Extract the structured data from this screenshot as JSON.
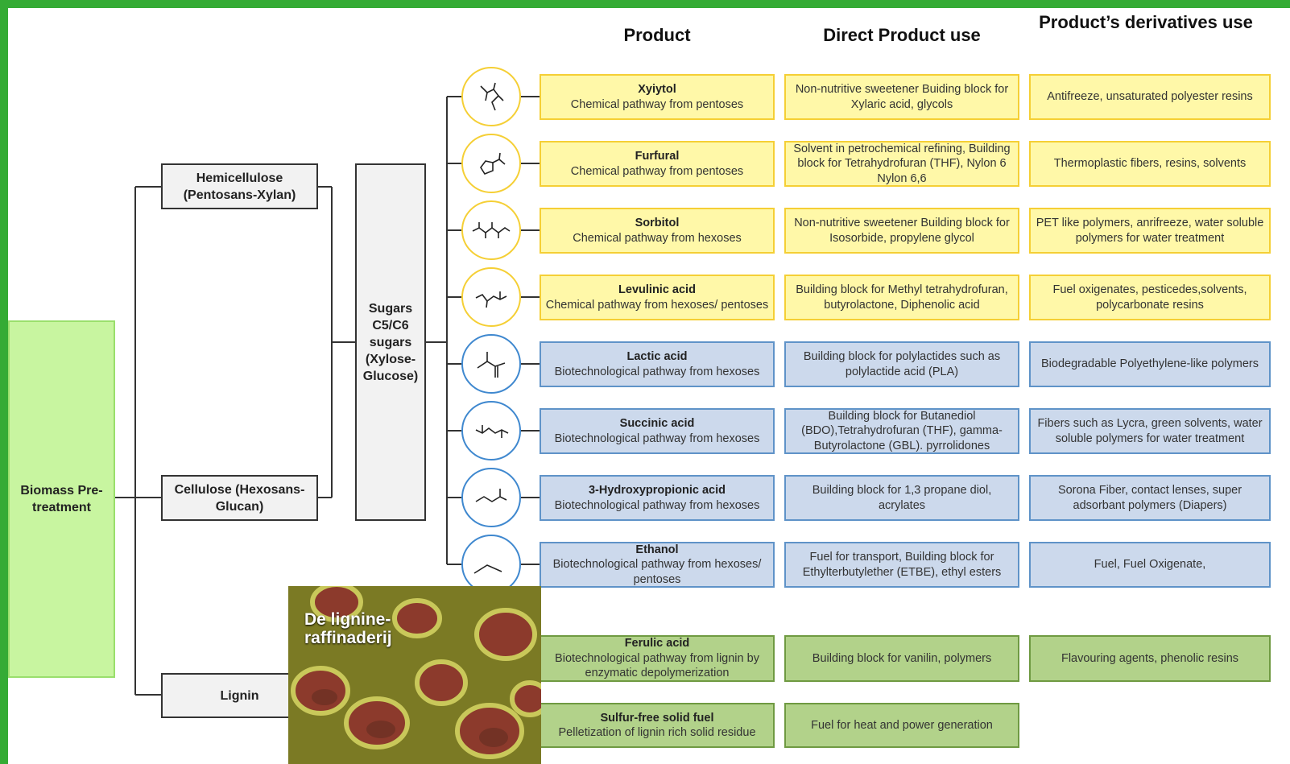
{
  "headers": {
    "product": "Product",
    "direct_use": "Direct Product use",
    "derivatives_use": "Product’s derivatives use"
  },
  "biomass": "Biomass Pre-treatment",
  "fractions": {
    "hemicellulose": "Hemicellulose (Pentosans-Xylan)",
    "cellulose": "Cellulose (Hexosans-Glucan)",
    "lignin": "Lignin"
  },
  "sugars": "Sugars C5/C6 sugars (Xylose- Glucose)",
  "rows": [
    {
      "name": "Xyiytol",
      "pathway": "Chemical pathway from pentoses",
      "direct": "Non-nutritive sweetener Buiding block for Xylaric acid, glycols",
      "derivatives": "Antifreeze, unsaturated polyester resins",
      "color": "yellow"
    },
    {
      "name": "Furfural",
      "pathway": "Chemical pathway from pentoses",
      "direct": "Solvent in petrochemical refining, Building block for Tetrahydrofuran (THF), Nylon 6 Nylon 6,6",
      "derivatives": "Thermoplastic fibers, resins, solvents",
      "color": "yellow"
    },
    {
      "name": "Sorbitol",
      "pathway": "Chemical pathway from hexoses",
      "direct": "Non-nutritive sweetener Building block for Isosorbide, propylene glycol",
      "derivatives": "PET like polymers, anrifreeze, water soluble polymers for water treatment",
      "color": "yellow"
    },
    {
      "name": "Levulinic acid",
      "pathway": "Chemical pathway from hexoses/ pentoses",
      "direct": "Building block for Methyl tetrahydrofuran, butyrolactone, Diphenolic acid",
      "derivatives": "Fuel oxigenates, pesticedes,solvents, polycarbonate resins",
      "color": "yellow"
    },
    {
      "name": "Lactic acid",
      "pathway": "Biotechnological pathway from hexoses",
      "direct": "Building block for polylactides such as polylactide acid (PLA)",
      "derivatives": "Biodegradable Polyethylene-like polymers",
      "color": "blue"
    },
    {
      "name": "Succinic acid",
      "pathway": "Biotechnological pathway from hexoses",
      "direct": "Building block for Butanediol (BDO),Tetrahydrofuran (THF), gamma-Butyrolactone (GBL). pyrrolidones",
      "derivatives": "Fibers such as Lycra, green solvents, water soluble polymers for water treatment",
      "color": "blue"
    },
    {
      "name": "3-Hydroxypropionic acid",
      "pathway": "Biotechnological pathway from hexoses",
      "direct": "Building block for 1,3 propane diol, acrylates",
      "derivatives": "Sorona Fiber, contact lenses, super adsorbant polymers (Diapers)",
      "color": "blue"
    },
    {
      "name": "Ethanol",
      "pathway": "Biotechnological pathway from hexoses/ pentoses",
      "direct": "Fuel for transport, Building block for Ethylterbutylether (ETBE), ethyl esters",
      "derivatives": "Fuel, Fuel Oxigenate,",
      "color": "blue"
    },
    {
      "name": "Ferulic acid",
      "pathway": "Biotechnological pathway from lignin by enzymatic depolymerization",
      "direct": "Building block for vanilin, polymers",
      "derivatives": "Flavouring agents, phenolic resins",
      "color": "green"
    },
    {
      "name": "Sulfur-free solid fuel",
      "pathway": "Pelletization of lignin rich solid residue",
      "direct": "Fuel for heat and power generation",
      "derivatives": "",
      "color": "green"
    }
  ],
  "molecule_icons": [
    "xylitol-structure-icon",
    "furfural-structure-icon",
    "sorbitol-structure-icon",
    "levulinic-acid-structure-icon",
    "lactic-acid-structure-icon",
    "succinic-acid-structure-icon",
    "hydroxypropionic-acid-structure-icon",
    "ethanol-structure-icon"
  ],
  "thumbnail": {
    "title": "De lignine- raffinaderij",
    "icon": "lignin-micrograph-image"
  },
  "colors": {
    "frame": "#35ab35",
    "yellow_fill": "#fff8a8",
    "yellow_border": "#f5cf35",
    "blue_fill": "#ccd9ec",
    "blue_border": "#5f93c8",
    "green_fill": "#b2d28a",
    "green_border": "#6f9a42",
    "biomass_fill": "#c8f5a0"
  }
}
